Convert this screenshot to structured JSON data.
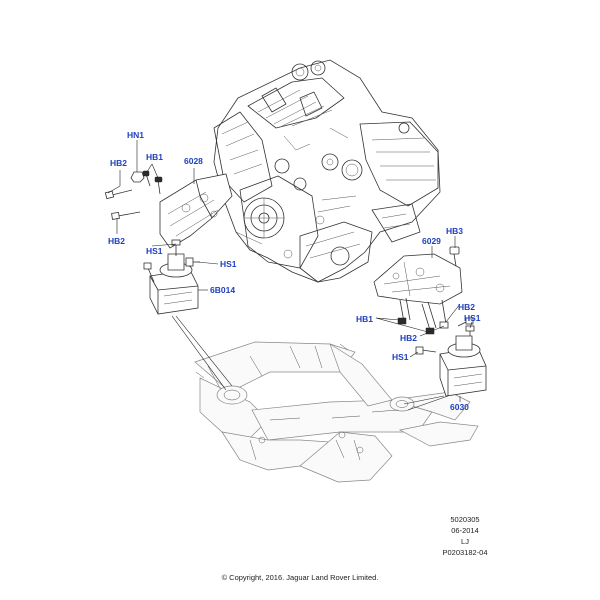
{
  "callouts": {
    "hn1": "HN1",
    "hb2_top": "HB2",
    "hb1_top": "HB1",
    "p6028": "6028",
    "hb2_left": "HB2",
    "hs1_left_a": "HS1",
    "hs1_left_b": "HS1",
    "p6b014": "6B014",
    "hb3": "HB3",
    "p6029": "6029",
    "hb2_right": "HB2",
    "hb1_right": "HB1",
    "hs1_right_a": "HS1",
    "hb2_right_b": "HB2",
    "hs1_right_b": "HS1",
    "p6030": "6030"
  },
  "reference": {
    "code": "5020305",
    "date": "06-2014",
    "initials": "LJ",
    "illustration_id": "P0203182-04"
  },
  "copyright": "© Copyright, 2016. Jaguar Land Rover Limited.",
  "colors": {
    "callout": "#1f3fbf",
    "line": "#333333",
    "background": "#ffffff"
  }
}
